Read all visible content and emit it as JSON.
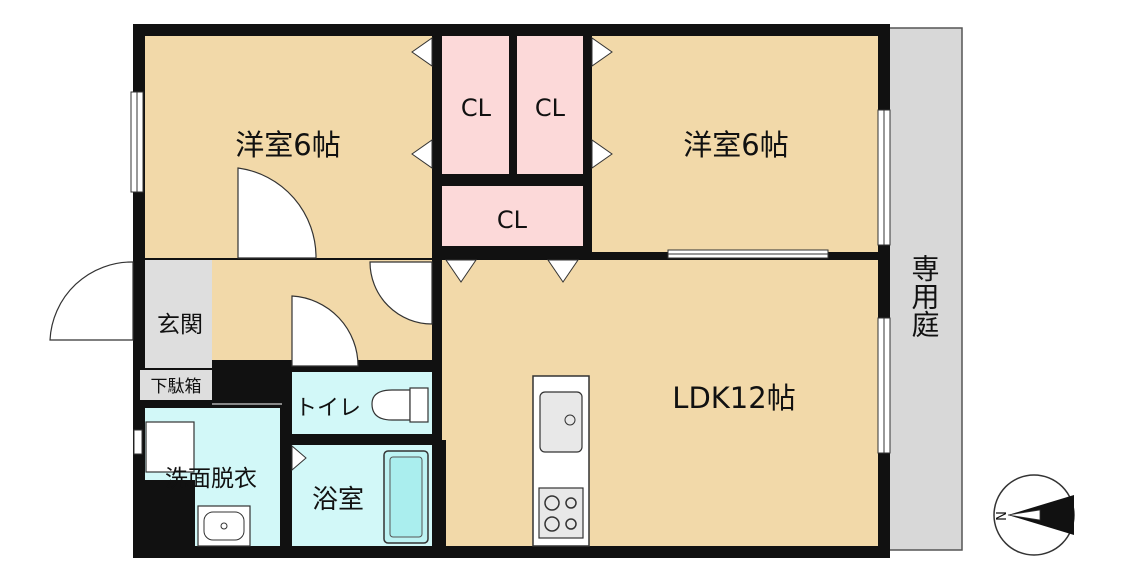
{
  "colors": {
    "room_fill": "#f2d9a9",
    "closet_fill": "#fcd9d9",
    "wet_fill": "#d2f8f8",
    "entrance_fill": "#dedede",
    "garden_fill": "#d8d8d8",
    "wall": "#111111",
    "door_fill": "#ffffff"
  },
  "rooms": {
    "western_left": "洋室6帖",
    "western_right": "洋室6帖",
    "closet_a": "CL",
    "closet_b": "CL",
    "closet_c": "CL",
    "entrance": "玄関",
    "shoe_box": "下駄箱",
    "toilet": "トイレ",
    "washroom": "洗面脱衣",
    "bath": "浴室",
    "ldk": "LDK12帖",
    "garden": "専用庭"
  },
  "icons": [
    "compass-icon",
    "sink-icon",
    "stove-icon",
    "toilet-icon",
    "bathtub-icon",
    "washbasin-icon",
    "washing-machine-icon"
  ]
}
